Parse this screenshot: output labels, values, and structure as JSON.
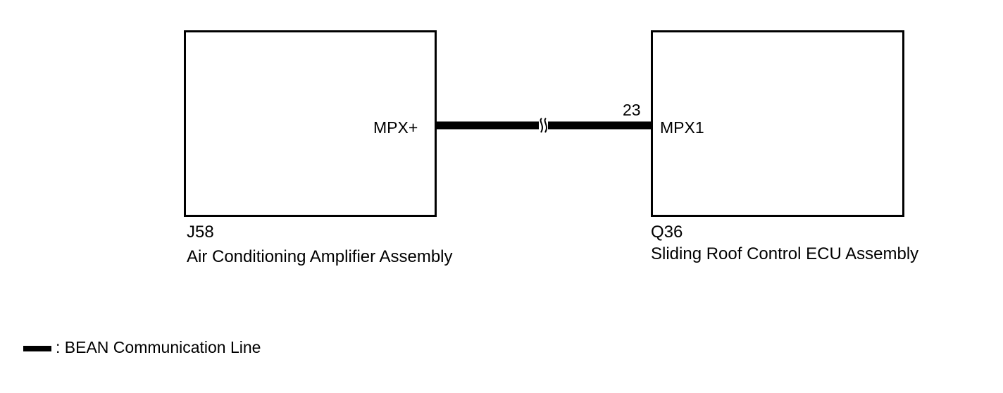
{
  "left_component": {
    "code": "J58",
    "name": "Air Conditioning Amplifier Assembly",
    "pin_name": "MPX+"
  },
  "right_component": {
    "code": "Q36",
    "name": "Sliding Roof Control ECU Assembly",
    "pin_name": "MPX1",
    "pin_number": "23"
  },
  "wire": {
    "type": "BEAN Communication Line",
    "color": "#000000",
    "break_symbol": "≈"
  },
  "legend": {
    "text": ": BEAN Communication Line"
  }
}
